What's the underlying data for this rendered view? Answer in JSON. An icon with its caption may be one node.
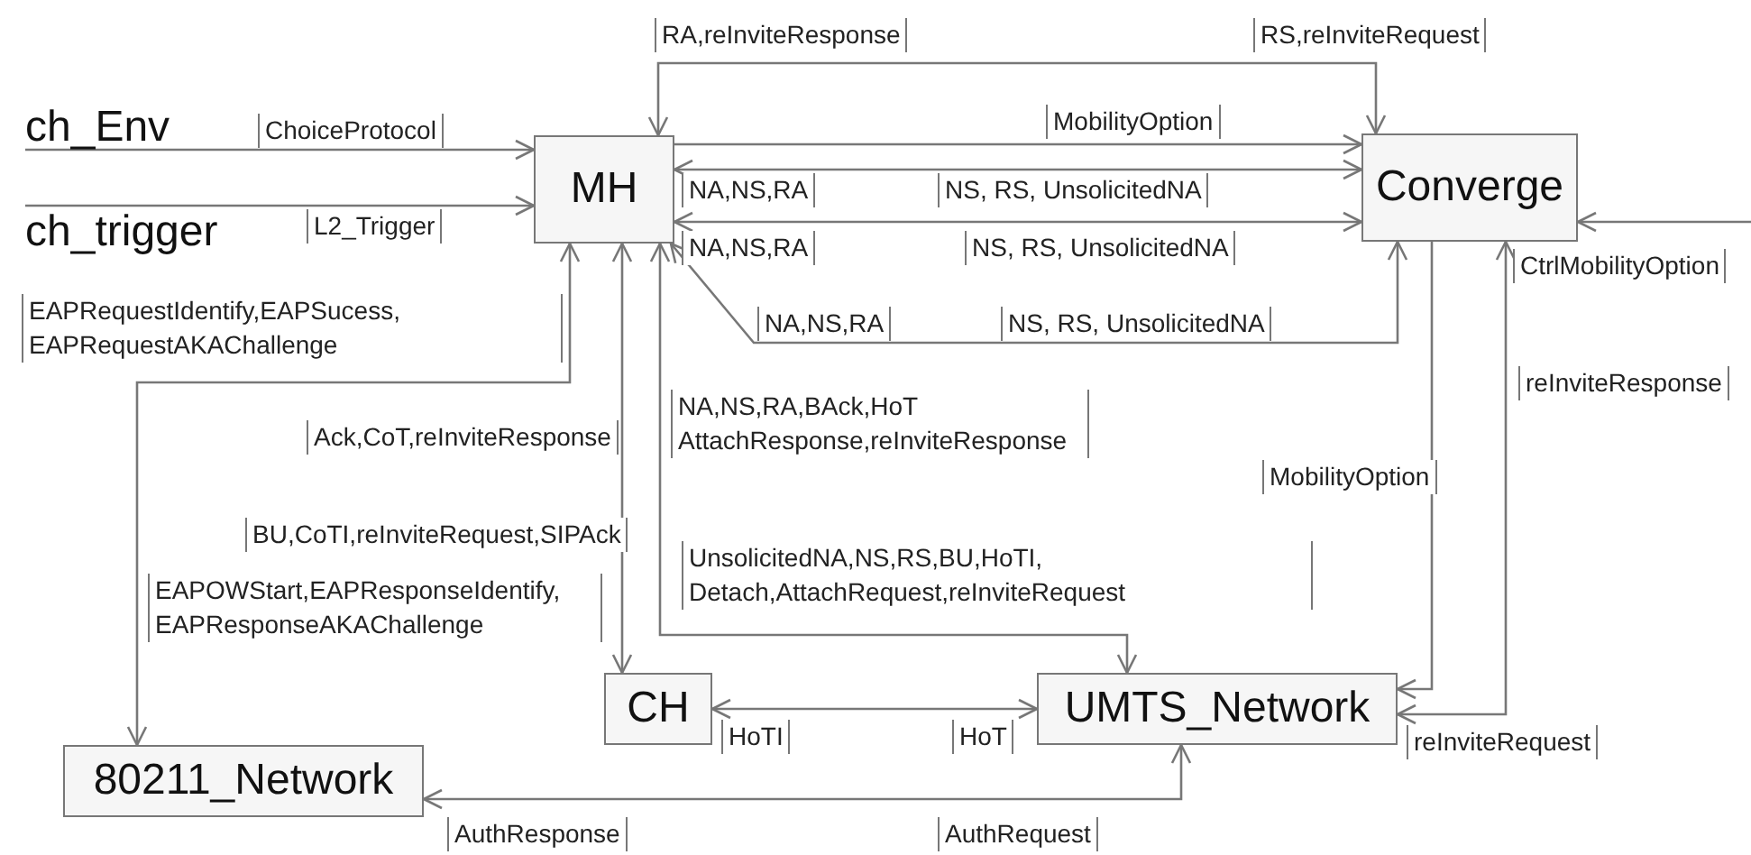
{
  "diagram": {
    "nodes": [
      {
        "text": [
          "ch_Env"
        ]
      },
      {
        "text": [
          "ch_trigger"
        ]
      },
      {
        "text": [
          "MH"
        ]
      },
      {
        "text": [
          "Converge"
        ]
      },
      {
        "text": [
          "CH"
        ]
      },
      {
        "text": [
          "UMTS_Network"
        ]
      },
      {
        "text": [
          "80211_Network"
        ]
      }
    ],
    "edges": [
      {
        "from": 0,
        "to": 2,
        "arrow": "to",
        "label": "ChoiceProtocol"
      },
      {
        "from": 1,
        "to": 2,
        "arrow": "to",
        "label": "L2_Trigger"
      },
      {
        "from": 2,
        "to": 3,
        "arrow": "both",
        "label": "RS,reInviteRequest"
      },
      {
        "from": 2,
        "to": 3,
        "arrow": "to",
        "label": "MobilityOption"
      },
      {
        "from": 2,
        "to": 3,
        "arrow": "both",
        "label": "NS, RS, UnsolicitedNA"
      },
      {
        "from": 2,
        "to": 3,
        "arrow": "both",
        "label": "NS, RS, UnsolicitedNA"
      },
      {
        "from": 2,
        "to": 3,
        "arrow": "both",
        "label": "NS, RS, UnsolicitedNA"
      },
      {
        "from": null,
        "to": 3,
        "arrow": "to",
        "label": "CtrlMobilityOption"
      },
      {
        "from": 3,
        "to": 5,
        "arrow": "to",
        "label": "MobilityOption"
      },
      {
        "from": 3,
        "to": 5,
        "arrow": "both",
        "label": "reInviteResponse"
      },
      {
        "from": 2,
        "to": 6,
        "arrow": "both",
        "label": "EAPOWStart,EAPResponseIdentify, EAPResponseAKAChallenge"
      },
      {
        "from": 2,
        "to": 4,
        "arrow": "both",
        "label": "BU,CoTI,reInviteRequest,SIPAck"
      },
      {
        "from": 2,
        "to": 5,
        "arrow": "both",
        "label": "UnsolicitedNA,NS,RS,BU,HoTI, Detach,AttachRequest,reInviteRequest"
      },
      {
        "from": 4,
        "to": 5,
        "arrow": "both",
        "label": "HoT"
      },
      {
        "from": 6,
        "to": 5,
        "arrow": "both",
        "label": "AuthRequest"
      }
    ],
    "labels": [
      "RA,reInviteResponse",
      "NA,NS,RA",
      "NA,NS,RA",
      "NA,NS,RA",
      "EAPRequestIdentify,EAPSucess, EAPRequestAKAChallenge",
      "Ack,CoT,reInviteResponse",
      "NA,NS,RA,BAck,HoT AttachResponse,reInviteResponse",
      "HoTI",
      "reInviteRequest",
      "AuthResponse"
    ]
  }
}
